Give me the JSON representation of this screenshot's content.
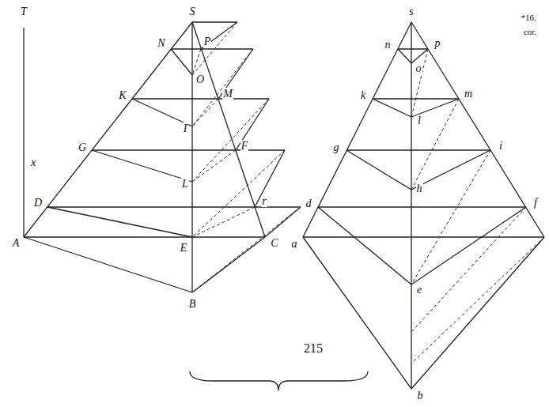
{
  "diagram": {
    "labels": [
      "T",
      "S",
      "N",
      "P",
      "O",
      "K",
      "M",
      "I",
      "G",
      "F",
      "L",
      "x",
      "D",
      "r",
      "A",
      "E",
      "C",
      "B",
      "s",
      "n",
      "p",
      "o",
      "k",
      "m",
      "l",
      "g",
      "i",
      "d",
      "f",
      "h",
      "a",
      "e",
      "b",
      "215",
      "*16.",
      "cor."
    ]
  }
}
